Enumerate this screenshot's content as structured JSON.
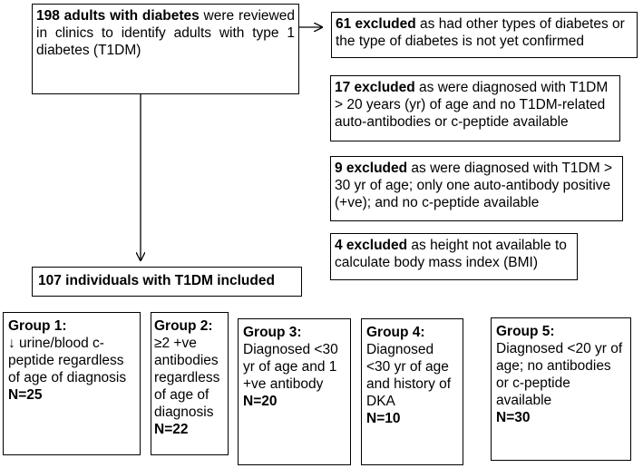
{
  "start": {
    "bold": "198 adults with diabetes",
    "rest": " were reviewed in clinics to identify adults with type 1 diabetes (T1DM)"
  },
  "exclusions": [
    {
      "bold": "61 excluded",
      "rest": " as had other types of diabetes or the type of diabetes is not yet confirmed"
    },
    {
      "bold": "17 excluded",
      "rest": " as were diagnosed with T1DM > 20 years (yr) of age and no T1DM-related auto-antibodies or c-peptide available"
    },
    {
      "bold": "9 excluded",
      "rest": " as were diagnosed with T1DM > 30 yr of age; only one auto-antibody positive (+ve); and no c-peptide available"
    },
    {
      "bold": "4 excluded",
      "rest": " as height not available to calculate body mass index (BMI)"
    }
  ],
  "included": "107 individuals with T1DM included",
  "groups": [
    {
      "title": "Group 1:",
      "desc": "↓ urine/blood c-peptide regardless of age of diagnosis",
      "n": "N=25"
    },
    {
      "title": "Group 2:",
      "desc": "≥2 +ve antibodies regardless of age of diagnosis",
      "n": "N=22"
    },
    {
      "title": "Group 3:",
      "desc": "Diagnosed <30 yr of age and 1 +ve antibody",
      "n": "N=20"
    },
    {
      "title": "Group 4:",
      "desc": "Diagnosed <30 yr of age and history of DKA",
      "n": "N=10"
    },
    {
      "title": "Group 5:",
      "desc": "Diagnosed <20 yr of age; no antibodies or c-peptide available",
      "n": "N=30"
    }
  ]
}
